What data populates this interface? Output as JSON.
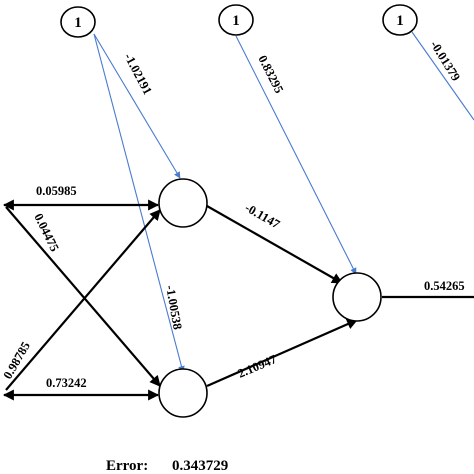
{
  "bias_nodes": [
    {
      "label": "1"
    },
    {
      "label": "1"
    },
    {
      "label": "1"
    }
  ],
  "weights": {
    "bias1_to_hidden1": "-1.02191",
    "bias2_to_output": "0.83295",
    "bias3": "-0.01379",
    "input1_to_hidden1": "0.05985",
    "input1_to_hidden2": "0.04475",
    "bias1_to_hidden2": "-1.00538",
    "input2_to_hidden1": "0.98785",
    "input2_to_hidden2": "0.73242",
    "hidden1_to_output": "-0.1147",
    "hidden2_to_output": "2.10947",
    "output_weight": "0.54265"
  },
  "error": {
    "label": "Error:",
    "value": "0.343729"
  },
  "colors": {
    "bias_edge": "#4a7bd0",
    "main_edge": "#000000"
  }
}
